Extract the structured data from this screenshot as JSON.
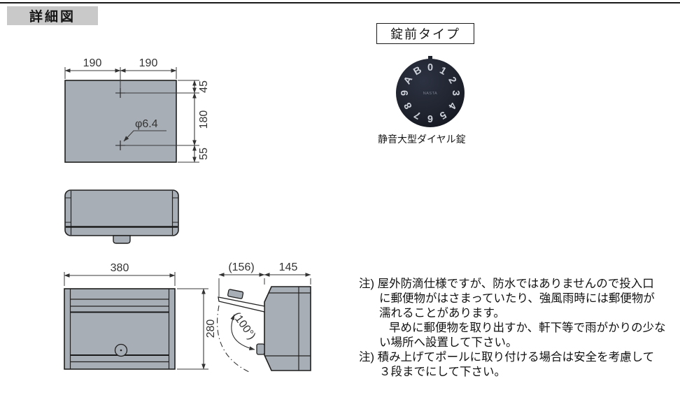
{
  "page": {
    "title": "詳細図"
  },
  "lock": {
    "box_label": "錠前タイプ",
    "caption": "静音大型ダイヤル錠",
    "brand": "NASTA",
    "dial_chars": [
      "0",
      "1",
      "2",
      "3",
      "4",
      "5",
      "6",
      "7",
      "8",
      "9",
      "A",
      "B"
    ],
    "colors": {
      "dial": "#20242f",
      "char": "#ccd0d8"
    }
  },
  "views": {
    "plan": {
      "dims": {
        "w_left": "190",
        "w_right": "190",
        "h_top": "45",
        "h_mid": "180",
        "h_bottom": "55",
        "hole": "φ6.4"
      }
    },
    "front": {
      "dims": {
        "width": "380",
        "height": "280"
      }
    },
    "side": {
      "dims": {
        "open_depth": "(156)",
        "depth": "145",
        "angle": "(100°)"
      }
    }
  },
  "notes": {
    "lines": [
      "注) 屋外防滴仕様ですが、防水ではありませんので投入口",
      "に郵便物がはさまっていたり、強風雨時には郵便物が",
      "濡れることがあります。",
      "早めに郵便物を取り出すか、軒下等で雨がかりの少な",
      "い場所へ設置して下さい。",
      "注) 積み上げてポールに取り付ける場合は安全を考慮して",
      "３段までにして下さい。"
    ]
  },
  "colors": {
    "body_gray": "#a8aeb5",
    "line": "#222222",
    "title_bg": "#c9c9c9"
  }
}
